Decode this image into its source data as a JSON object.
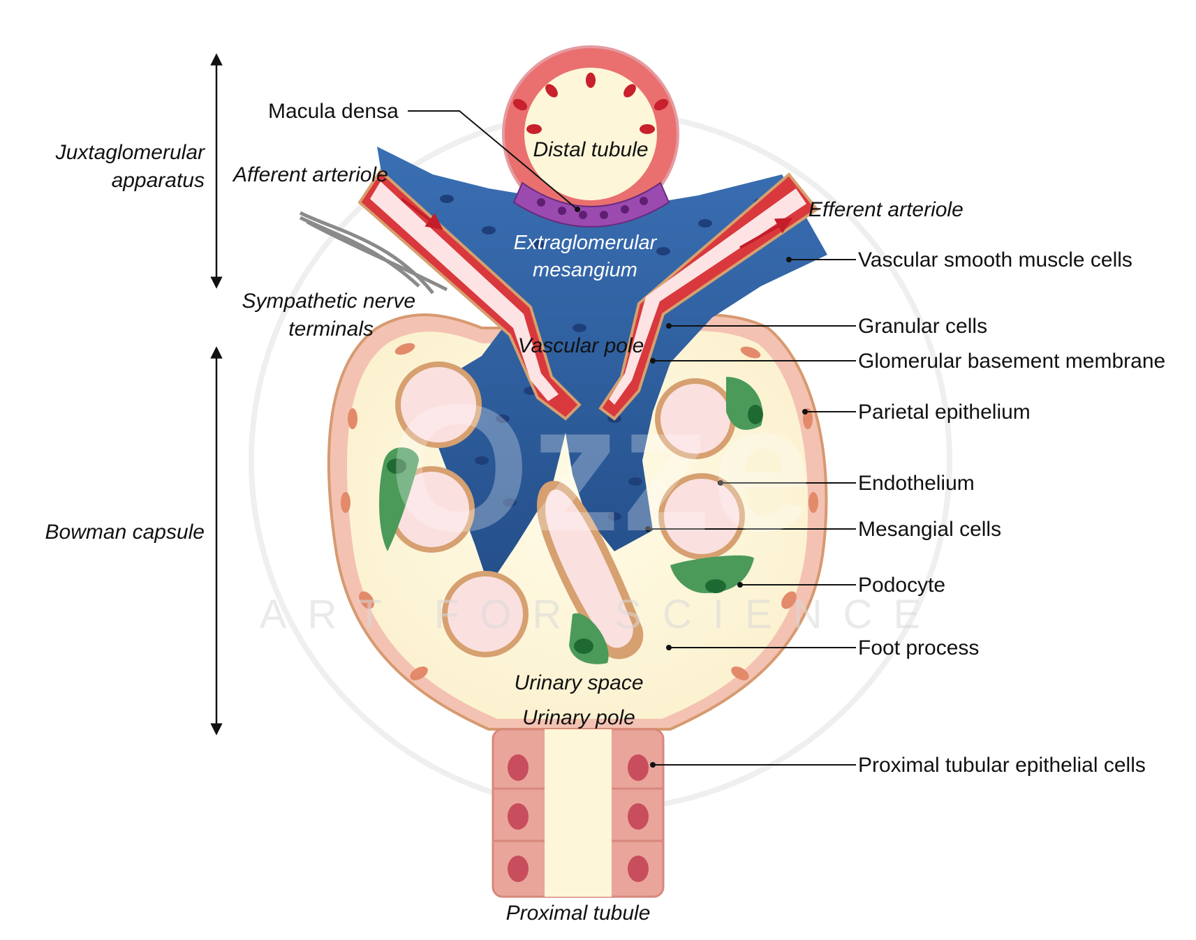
{
  "left_labels": {
    "juxtaglomerular_line1": "Juxtaglomerular",
    "juxtaglomerular_line2": "apparatus",
    "bowman": "Bowman capsule"
  },
  "inner_labels": {
    "macula_densa": "Macula densa",
    "distal_tubule": "Distal tubule",
    "afferent_arteriole": "Afferent arteriole",
    "efferent_arteriole": "Efferent arteriole",
    "extraglomerular_line1": "Extraglomerular",
    "extraglomerular_line2": "mesangium",
    "sympathetic_line1": "Sympathetic nerve",
    "sympathetic_line2": "terminals",
    "vascular_pole": "Vascular pole",
    "urinary_space": "Urinary space",
    "urinary_pole": "Urinary pole",
    "proximal_tubule": "Proximal tubule"
  },
  "right_labels": {
    "vascular_smooth_muscle": "Vascular smooth muscle cells",
    "granular_cells": "Granular cells",
    "gbm": "Glomerular basement membrane",
    "parietal_epithelium": "Parietal epithelium",
    "endothelium": "Endothelium",
    "mesangial_cells": "Mesangial cells",
    "podocyte": "Podocyte",
    "foot_process": "Foot process",
    "proximal_epithelial": "Proximal tubular epithelial cells"
  },
  "watermark": {
    "brand": "Ozze",
    "tagline": "ART FOR SCIENCE"
  },
  "colors": {
    "capsule_fill": "#fdf8dc",
    "capsule_wall": "#f2b8a8",
    "mesangium_blue": "#2f5f9e",
    "vessel_red": "#d93a3e",
    "lumen_pink": "#fde3e3",
    "podocyte_green": "#2e8a45",
    "macula_purple": "#8a3fa0"
  }
}
